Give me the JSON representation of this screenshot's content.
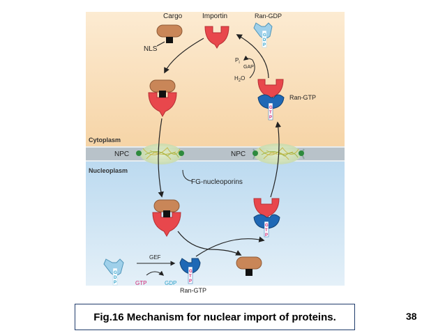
{
  "figure": {
    "labels": {
      "cargo": "Cargo",
      "importin": "Importin",
      "ran_gdp_top": "Ran-GDP",
      "nls": "NLS",
      "pi": "P",
      "pi_sub": "i",
      "gap": "GAP",
      "h2o_h": "H",
      "h2o_sub": "2",
      "h2o_o": "O",
      "ran_gtp_right": "Ran-GTP",
      "cytoplasm": "Cytoplasm",
      "npc_left": "NPC",
      "npc_right": "NPC",
      "nucleoplasm": "Nucleoplasm",
      "fg_nucleoporins": "FG-nucleoporins",
      "gef": "GEF",
      "gtp_bottom": "GTP",
      "gdp_bottom": "GDP",
      "ran_gtp_bottom": "Ran-GTP",
      "gdp_letters": [
        "G",
        "D",
        "P"
      ],
      "gtp_letters": [
        "G",
        "T",
        "P"
      ]
    },
    "colors": {
      "cytoplasm_bg": "#fbe3bf",
      "nucleoplasm_bg": "#cfe4f3",
      "cargo": "#c98658",
      "importin": "#e8474c",
      "ran_gdp": "#9fd0ea",
      "ran_gtp": "#1f68b5",
      "gtp_text": "#d02070",
      "gdp_text": "#2aa0c9",
      "npc": "#2e8a3e"
    }
  },
  "caption": "Fig.16 Mechanism for nuclear import of proteins.",
  "page_number": "38"
}
